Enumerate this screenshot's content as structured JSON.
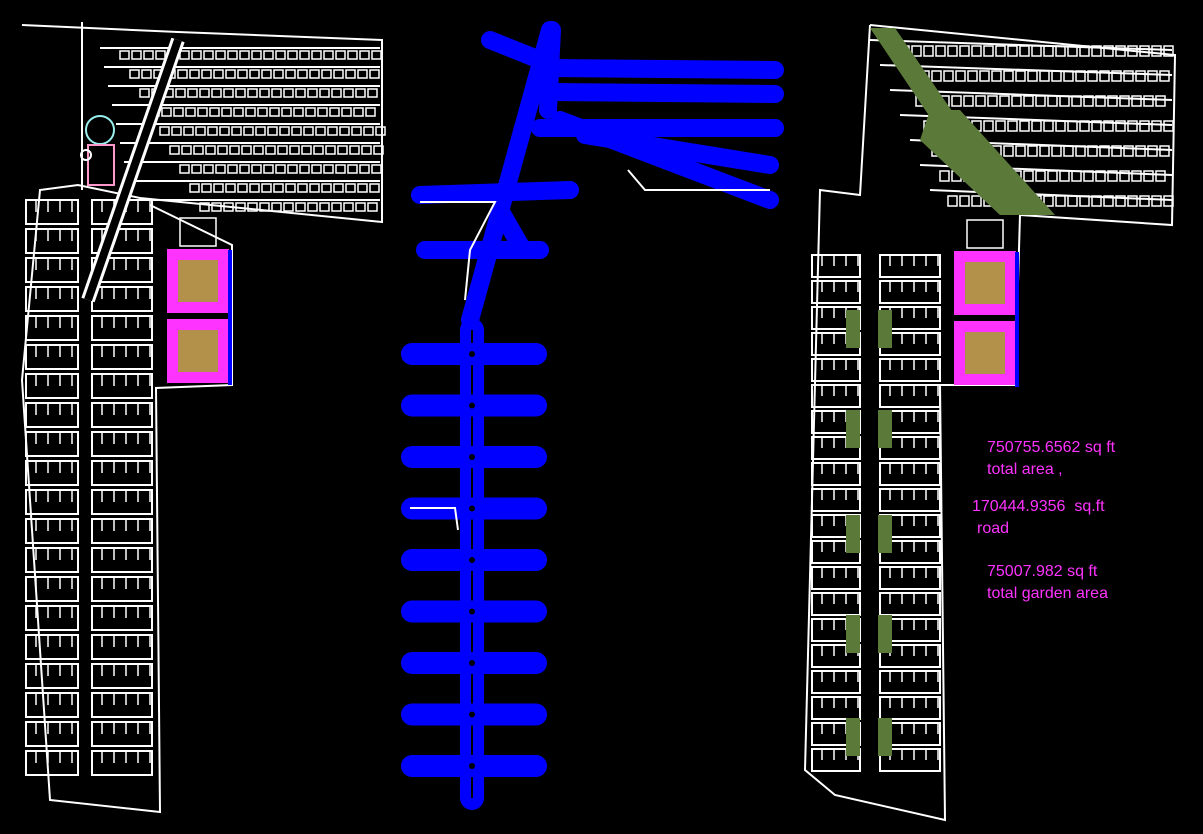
{
  "colors": {
    "background": "#000000",
    "plot_lines": "#ffffff",
    "road": "#0000ff",
    "garden": "#5b7a3a",
    "park_fill": "#b4914a",
    "park_trees": "#ff33ff",
    "annotation": "#ff33ff"
  },
  "panels": [
    {
      "id": "plot-layout",
      "description_icon": "layout-plan"
    },
    {
      "id": "road-network",
      "description_icon": "road-plan"
    },
    {
      "id": "garden-layout",
      "description_icon": "garden-plan"
    }
  ],
  "annotations": {
    "total_area_value": "750755.6562 sq ft",
    "total_area_label": "total area ,",
    "road_value": "170444.9356  sq.ft",
    "road_label": "road",
    "garden_value": "75007.982 sq ft",
    "garden_label": "total garden area"
  }
}
